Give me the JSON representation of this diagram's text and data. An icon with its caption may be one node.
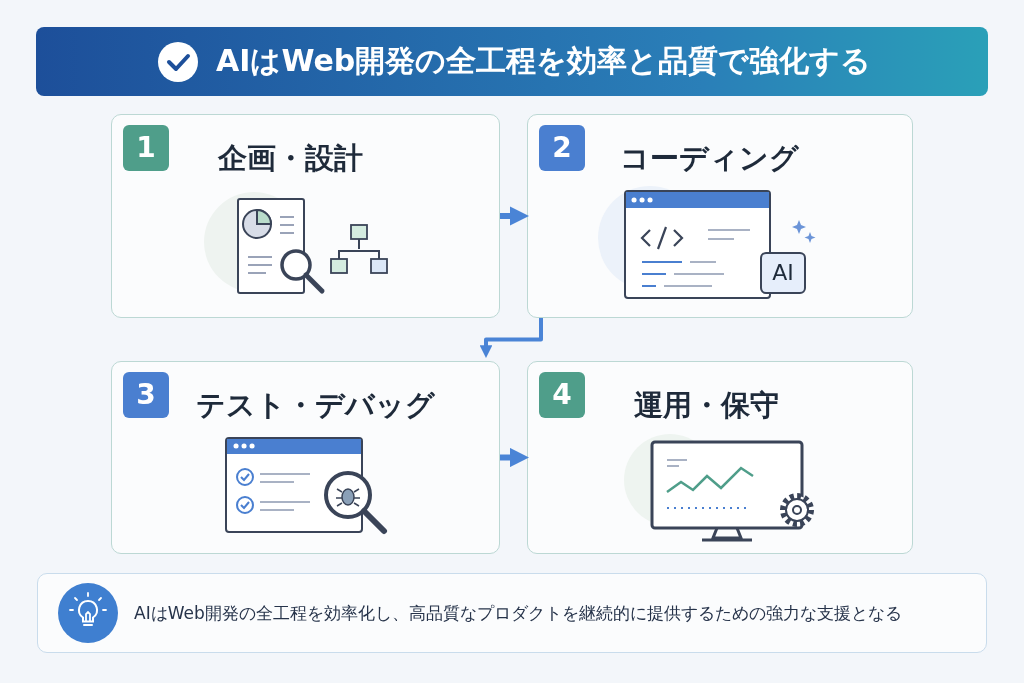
{
  "diagram": {
    "title": "AIはWeb開発の全工程を効率と品質で強化する",
    "nodes": [
      {
        "text": [
          "1",
          "企画・設計"
        ]
      },
      {
        "text": [
          "2",
          "コーディング"
        ]
      },
      {
        "text": [
          "3",
          "テスト・デバッグ"
        ]
      },
      {
        "text": [
          "4",
          "運用・保守"
        ]
      },
      {
        "text": [
          "AIはWeb開発の全工程を効率化し、高品質なプロダクトを継続的に提供するための強力な支援となる"
        ]
      }
    ],
    "edges": [
      {
        "from": 0,
        "to": 1,
        "arrow": "to"
      },
      {
        "from": 1,
        "to": 2,
        "arrow": "to"
      },
      {
        "from": 2,
        "to": 3,
        "arrow": "to"
      }
    ],
    "labels": [
      "AI"
    ]
  }
}
